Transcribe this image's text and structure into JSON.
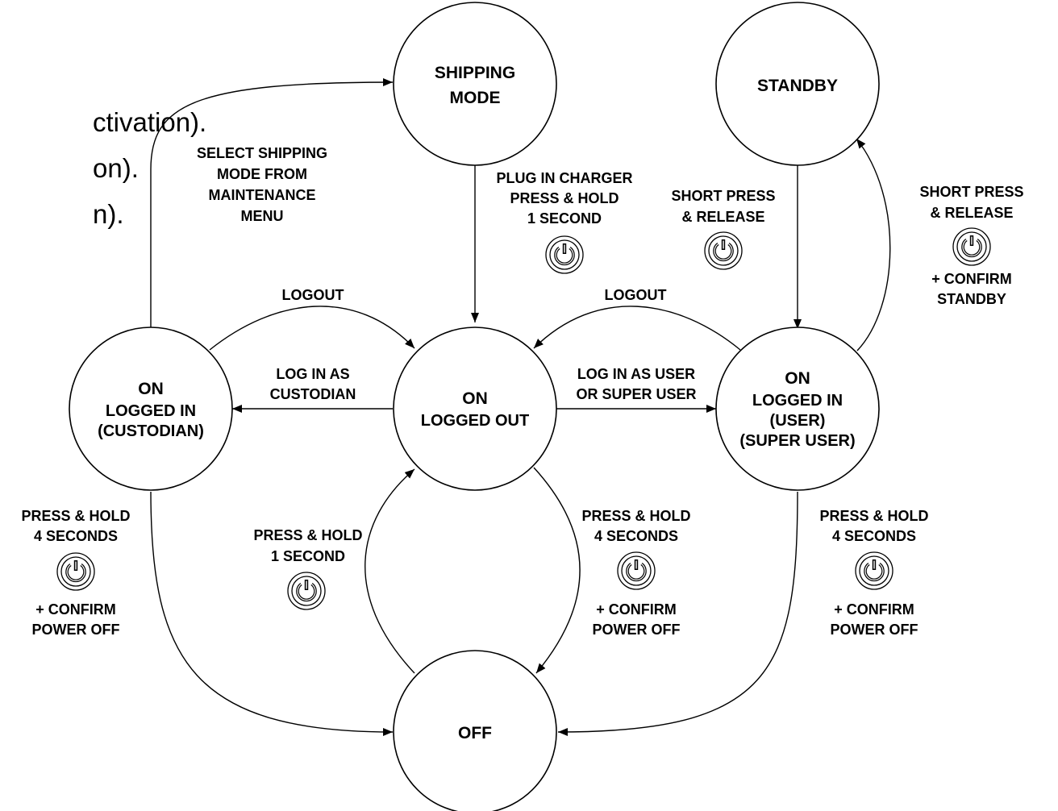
{
  "colors": {
    "stroke": "#000000",
    "background": "#ffffff"
  },
  "side_text": [
    "ctivation).",
    "on).",
    "n)."
  ],
  "states": {
    "shipping": {
      "lines": [
        "SHIPPING",
        "MODE"
      ]
    },
    "standby": {
      "lines": [
        "STANDBY"
      ]
    },
    "custodian": {
      "lines": [
        "ON",
        "LOGGED IN",
        "(CUSTODIAN)"
      ]
    },
    "logged_out": {
      "lines": [
        "ON",
        "LOGGED OUT"
      ]
    },
    "user": {
      "lines": [
        "ON",
        "LOGGED IN",
        "(USER)",
        "(SUPER USER)"
      ]
    },
    "off": {
      "lines": [
        "OFF"
      ]
    }
  },
  "transitions": {
    "select_shipping": {
      "lines": [
        "SELECT SHIPPING",
        "MODE FROM",
        "MAINTENANCE",
        "MENU"
      ]
    },
    "plug_in_charger": {
      "lines": [
        "PLUG IN CHARGER",
        "PRESS & HOLD",
        "1 SECOND"
      ],
      "icon": "power-button-icon"
    },
    "standby_to_on": {
      "lines": [
        "SHORT PRESS",
        "& RELEASE"
      ],
      "icon": "power-button-icon"
    },
    "on_to_standby": {
      "lines": [
        "SHORT PRESS",
        "& RELEASE"
      ],
      "lines_after": [
        "+ CONFIRM",
        "STANDBY"
      ],
      "icon": "power-button-icon"
    },
    "logout_left": {
      "lines": [
        "LOGOUT"
      ]
    },
    "logout_right": {
      "lines": [
        "LOGOUT"
      ]
    },
    "login_custodian": {
      "lines": [
        "LOG IN AS",
        "CUSTODIAN"
      ]
    },
    "login_user": {
      "lines": [
        "LOG IN AS USER",
        "OR SUPER USER"
      ]
    },
    "custodian_off": {
      "lines": [
        "PRESS & HOLD",
        "4 SECONDS"
      ],
      "lines_after": [
        "+ CONFIRM",
        "POWER OFF"
      ],
      "icon": "power-button-icon"
    },
    "off_on": {
      "lines": [
        "PRESS & HOLD",
        "1 SECOND"
      ],
      "icon": "power-button-icon"
    },
    "loggedout_off": {
      "lines": [
        "PRESS & HOLD",
        "4 SECONDS"
      ],
      "lines_after": [
        "+ CONFIRM",
        "POWER OFF"
      ],
      "icon": "power-button-icon"
    },
    "user_off": {
      "lines": [
        "PRESS & HOLD",
        "4 SECONDS"
      ],
      "lines_after": [
        "+ CONFIRM",
        "POWER OFF"
      ],
      "icon": "power-button-icon"
    }
  }
}
